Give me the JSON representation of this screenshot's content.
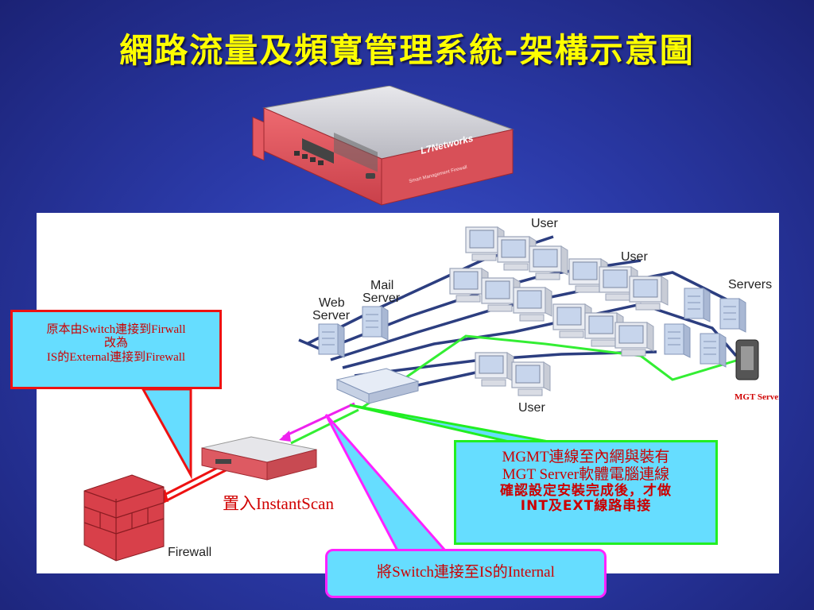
{
  "title": "網路流量及頻寬管理系統-架構示意圖",
  "appliance": {
    "brand": "L7Networks",
    "tagline": "Smart Management Firewall"
  },
  "diagram": {
    "labels": {
      "user_top": "User",
      "user_mid": "User",
      "user_bottom": "User",
      "servers": "Servers",
      "web_server_1": "Web",
      "web_server_2": "Server",
      "mail_server_1": "Mail",
      "mail_server_2": "Server",
      "firewall": "Firewall",
      "mgt_server": "MGT Server",
      "instantscan": "置入InstantScan"
    }
  },
  "callouts": {
    "original": {
      "line1": "原本由Switch連接到Firwall",
      "line2": "改為",
      "line3": "IS的External連接到Firewall"
    },
    "mgmt": {
      "line1": "MGMT連線至內網與裝有",
      "line2": "MGT Server軟體電腦連線",
      "line3": "確認設定安裝完成後，才做",
      "line4": "INT及EXT線路串接"
    },
    "internal": {
      "text": "將Switch連接至IS的Internal"
    }
  },
  "colors": {
    "title": "#ffff00",
    "callout_fill": "#66ddff",
    "callout_red_border": "#ee1111",
    "callout_green_border": "#22ee22",
    "callout_magenta_border": "#ff22ff",
    "callout_text": "#cc0000",
    "green_link": "#33ee33",
    "magenta_link": "#ee22ee",
    "red_link": "#ee1111",
    "network_line": "#2c3e80"
  }
}
